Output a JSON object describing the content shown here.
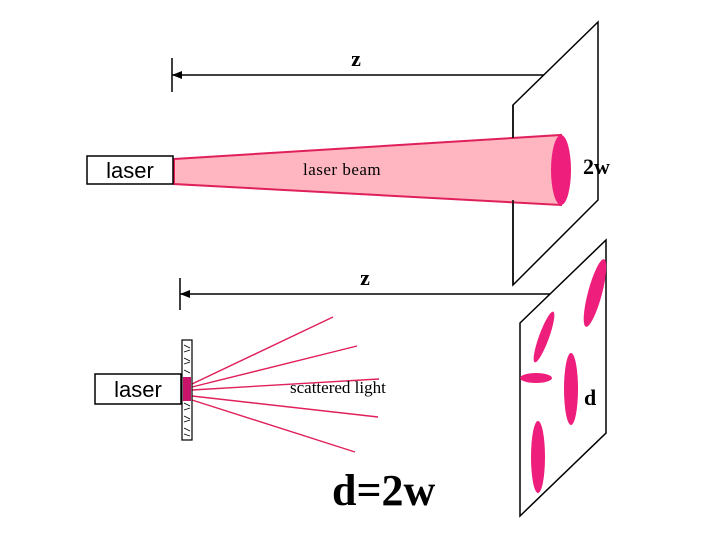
{
  "top_panel": {
    "distance_label": "z",
    "laser_label": "laser",
    "beam_label": "laser beam",
    "spot_label": "2w"
  },
  "bottom_panel": {
    "distance_label": "z",
    "laser_label": "laser",
    "scatter_label": "scattered light",
    "spot_label": "d"
  },
  "equation": "d=2w",
  "colors": {
    "beam_fill": "#ffb6c1",
    "beam_edge": "#e0205a",
    "spot": "#ee1e7c",
    "line": "#000000"
  }
}
